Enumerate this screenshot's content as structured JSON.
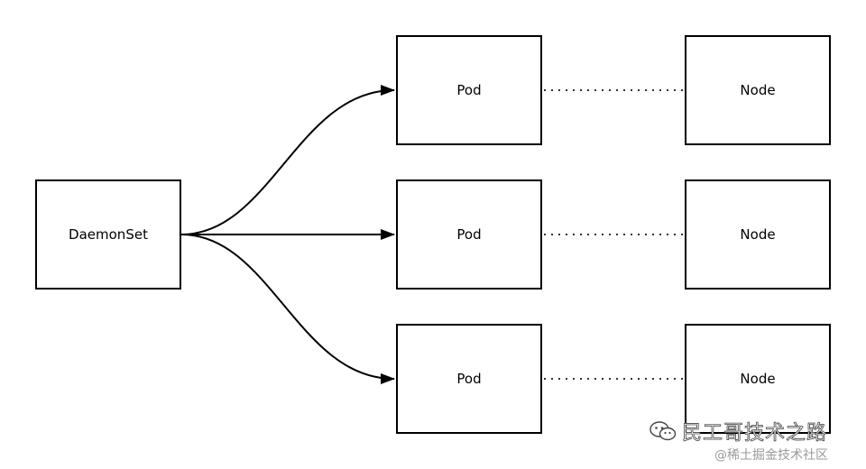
{
  "diagram": {
    "source": {
      "label": "DaemonSet"
    },
    "pods": [
      {
        "label": "Pod"
      },
      {
        "label": "Pod"
      },
      {
        "label": "Pod"
      }
    ],
    "nodes": [
      {
        "label": "Node"
      },
      {
        "label": "Node"
      },
      {
        "label": "Node"
      }
    ]
  },
  "watermarks": {
    "wechat": "民工哥技术之路",
    "juejin": "@稀土掘金技术社区"
  },
  "colors": {
    "stroke": "#000000",
    "background": "#ffffff",
    "dotted": "#333333"
  }
}
